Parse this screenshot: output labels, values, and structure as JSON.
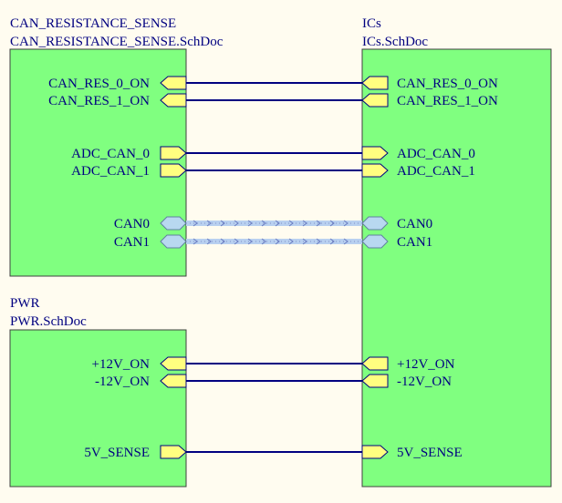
{
  "sheets": {
    "can_res": {
      "designator": "CAN_RESISTANCE_SENSE",
      "filename": "CAN_RESISTANCE_SENSE.SchDoc",
      "ports": {
        "can_res_0_on": "CAN_RES_0_ON",
        "can_res_1_on": "CAN_RES_1_ON",
        "adc_can_0": "ADC_CAN_0",
        "adc_can_1": "ADC_CAN_1",
        "can0": "CAN0",
        "can1": "CAN1"
      }
    },
    "ics": {
      "designator": "ICs",
      "filename": "ICs.SchDoc",
      "ports": {
        "can_res_0_on": "CAN_RES_0_ON",
        "can_res_1_on": "CAN_RES_1_ON",
        "adc_can_0": "ADC_CAN_0",
        "adc_can_1": "ADC_CAN_1",
        "can0": "CAN0",
        "can1": "CAN1",
        "p12v_on": "+12V_ON",
        "m12v_on": "-12V_ON",
        "v5_sense": "5V_SENSE"
      }
    },
    "pwr": {
      "designator": "PWR",
      "filename": "PWR.SchDoc",
      "ports": {
        "p12v_on": "+12V_ON",
        "m12v_on": "-12V_ON",
        "v5_sense": "5V_SENSE"
      }
    }
  },
  "colors": {
    "background": "#FFFCF0",
    "sheet_fill": "#80FF80",
    "sheet_border": "#404040",
    "port_fill": "#FFFF80",
    "bus_port_fill": "#B8D8F0",
    "wire": "#000080",
    "text": "#000080"
  }
}
